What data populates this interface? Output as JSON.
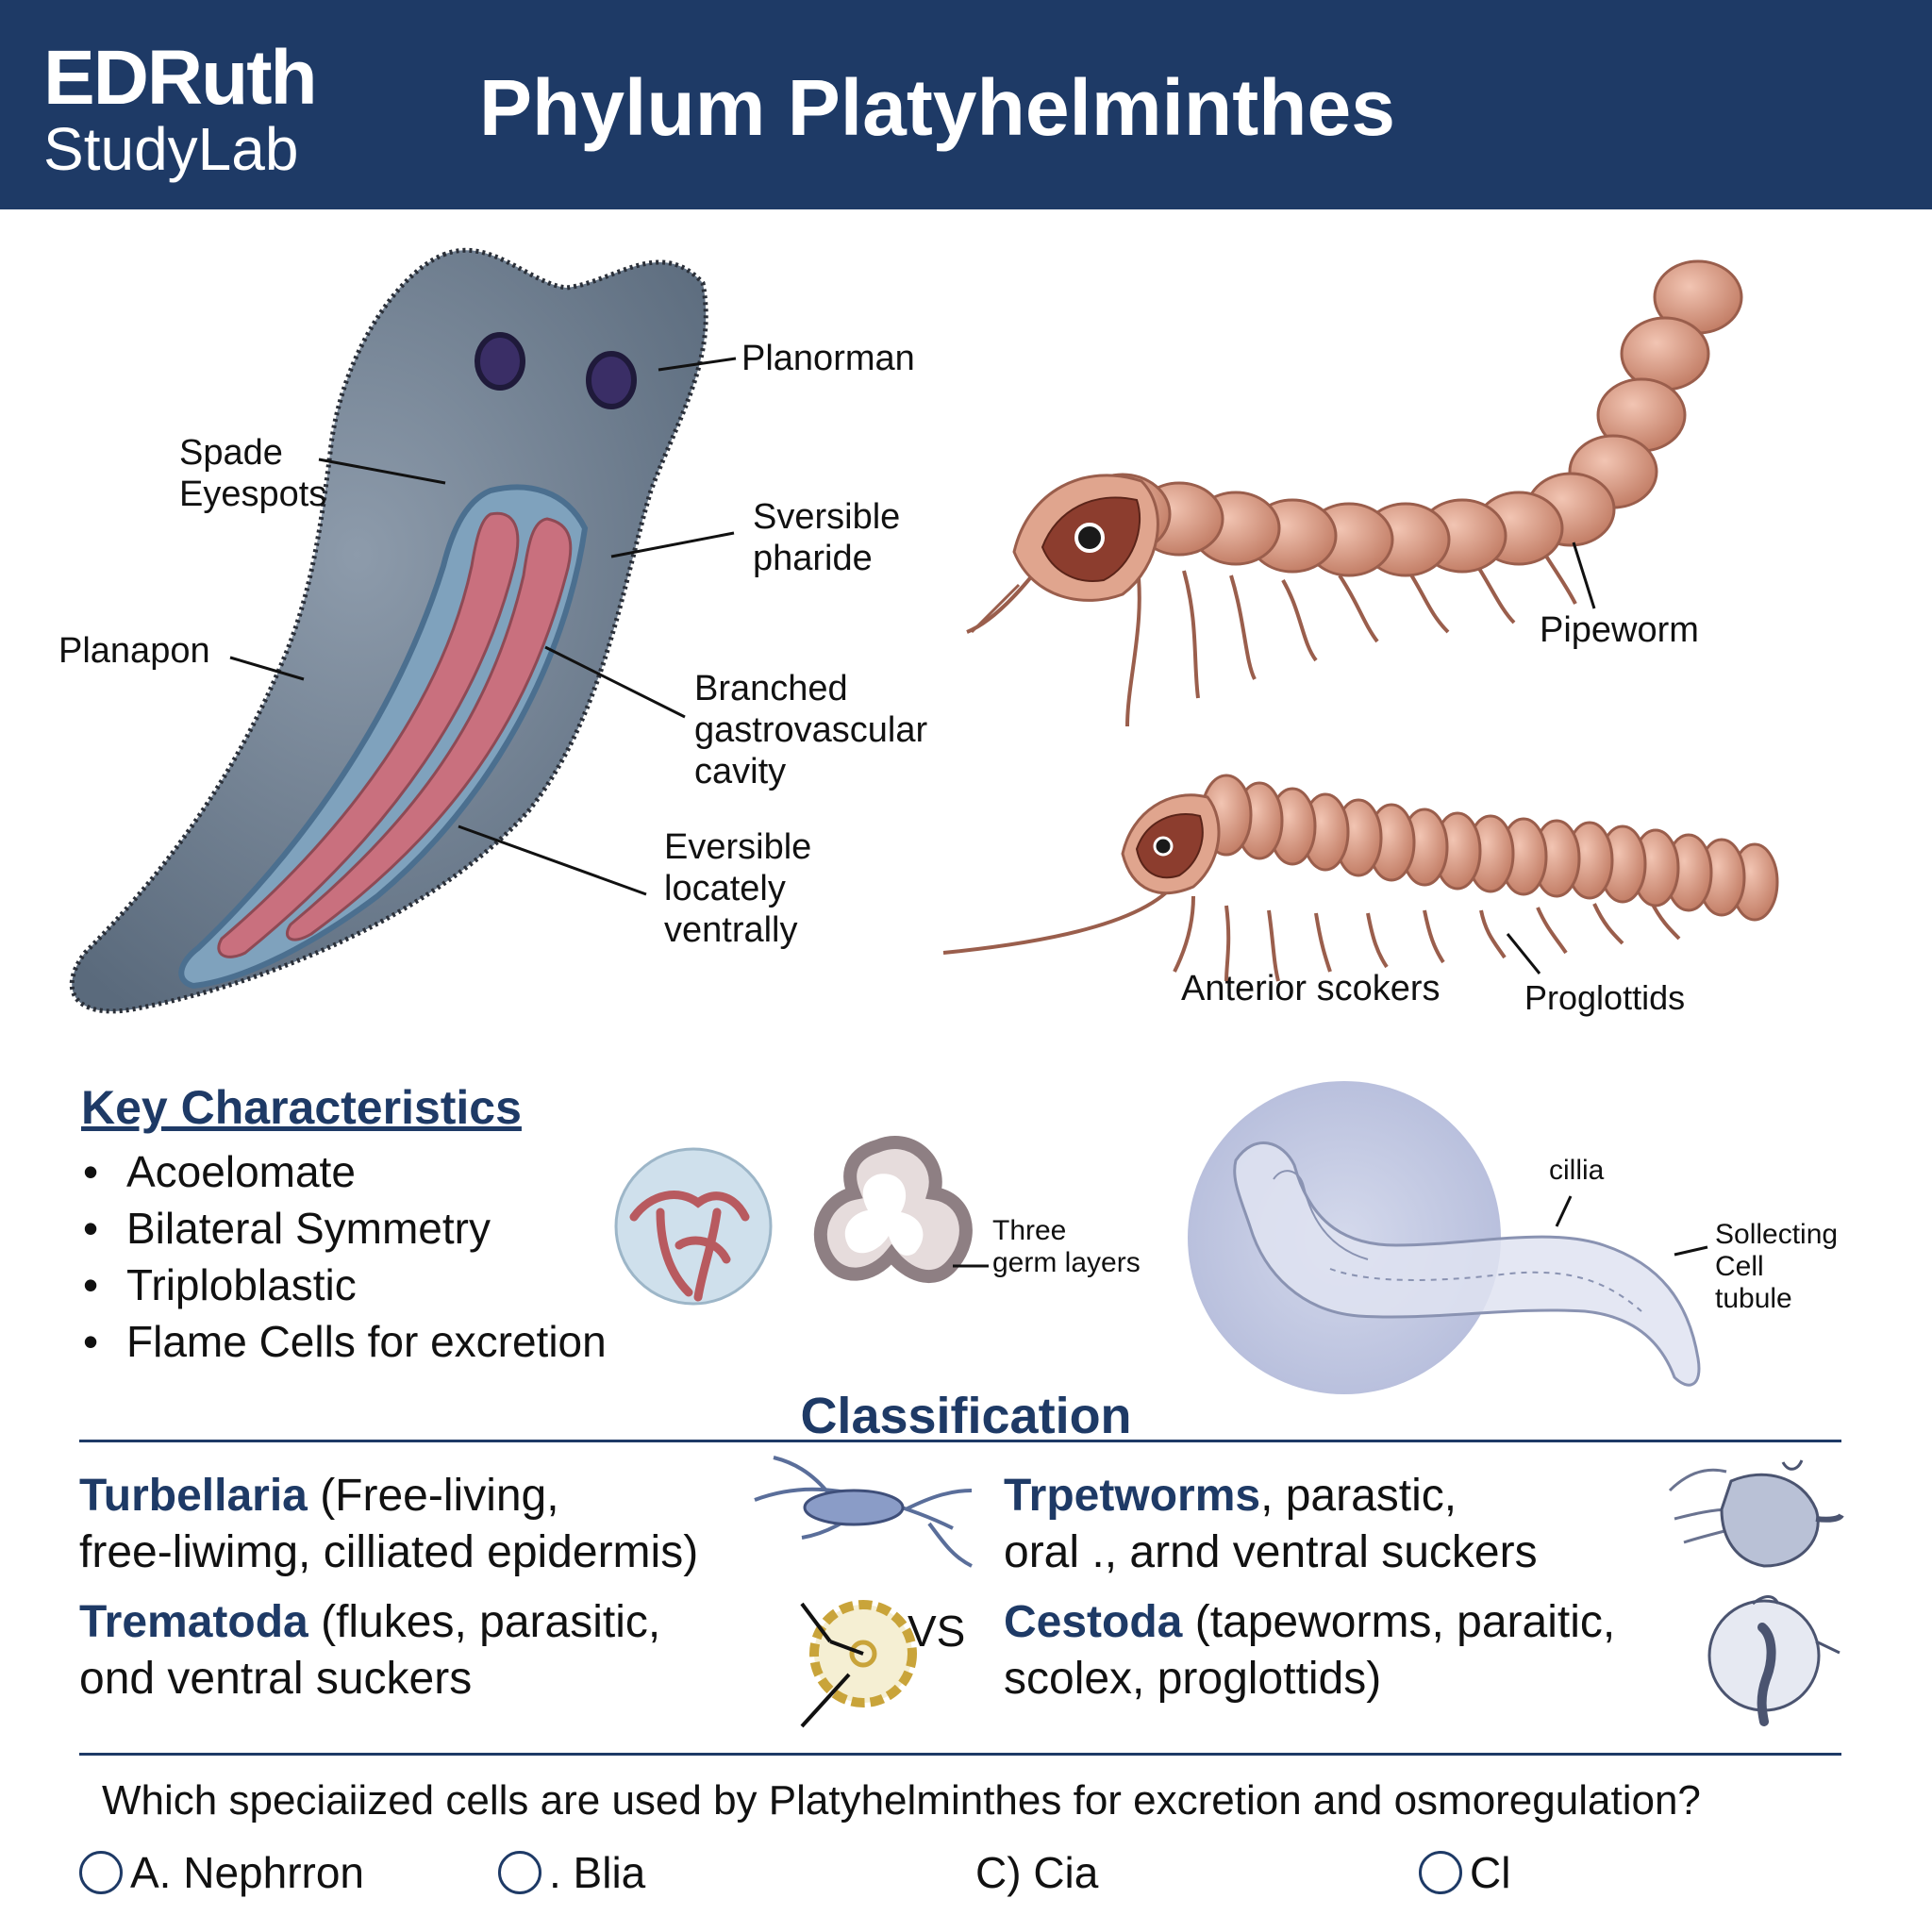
{
  "header": {
    "brand_line1": "EDRuth",
    "brand_line2": "StudyLab",
    "title": "Phylum Platyhelminthes"
  },
  "labels": {
    "planorman": "Planorman",
    "spade_eyespots": "Spade\nEyespots",
    "sversible_pharide": "Sversible\npharide",
    "planapon": "Planapon",
    "branched": "Branched\ngastrovascular\ncavity",
    "eversible": "Eversible\nlocately\nventrally",
    "pipeworm": "Pipeworm",
    "anterior_scokers": "Anterior scokers",
    "proglottids": "Proglottids",
    "three_germ": "Three\ngerm layers",
    "cillia": "cillia",
    "sollecting": "Sollecting\nCell\ntubule"
  },
  "key_characteristics": {
    "title": "Key Characteristics",
    "items": [
      "Acoelomate",
      "Bilateral Symmetry",
      "Triploblastic",
      "Flame Cells for excretion"
    ]
  },
  "classification": {
    "title": "Classification",
    "turbellaria_name": "Turbellaria",
    "turbellaria_desc": " (Free-living,",
    "turbellaria_desc2": "free-liwimg, cilliated epidermis)",
    "trpetworms_name": "Trpetworms",
    "trpetworms_desc": ", parastic,",
    "trpetworms_desc2": "oral  ., arnd ventral suckers",
    "trematoda_name": "Trematoda",
    "trematoda_desc": " (flukes, parasitic,",
    "trematoda_desc2": "ond ventral suckers",
    "vs": "VS",
    "cestoda_name": "Cestoda",
    "cestoda_desc": " (tapeworms, paraitic,",
    "cestoda_desc2": "scolex, proglottids)"
  },
  "question": {
    "text": "Which speciaiized cells are used by Platyhelminthes for excretion and osmoregulation?",
    "options": [
      "A. Nephrron",
      ". Blia",
      "C) Cia",
      "Cl"
    ]
  },
  "colors": {
    "header_bg": "#1e3a66",
    "accent": "#1e3a66",
    "worm": "#d9977f",
    "planarian": "#6f8295",
    "gut": "#c9707e"
  }
}
